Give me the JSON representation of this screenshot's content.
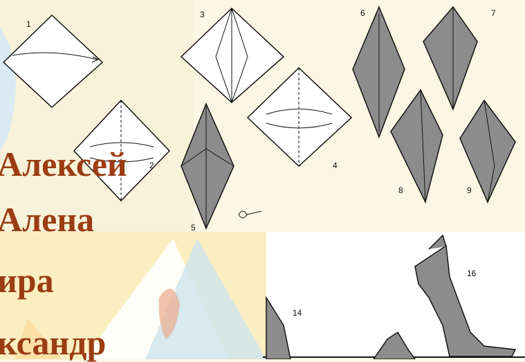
{
  "names": [
    "Алексей",
    "Алена",
    "ира",
    "ксандр"
  ],
  "steps": [
    "1",
    "2",
    "3",
    "4",
    "5",
    "6",
    "7",
    "8",
    "9",
    "14",
    "16"
  ],
  "colors": {
    "name_text": "#9b3c12",
    "paper_gray": "#8c8c8c",
    "paper_white": "#ffffff",
    "background": "#fbf7e4"
  }
}
